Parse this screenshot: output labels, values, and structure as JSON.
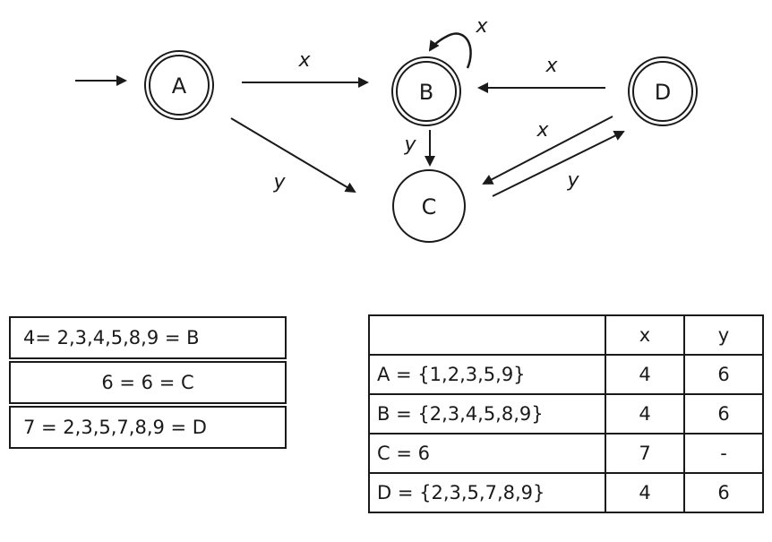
{
  "diagram": {
    "states": [
      {
        "id": "A",
        "label": "A",
        "accepting": true,
        "start": true
      },
      {
        "id": "B",
        "label": "B",
        "accepting": true,
        "start": false
      },
      {
        "id": "C",
        "label": "C",
        "accepting": false,
        "start": false
      },
      {
        "id": "D",
        "label": "D",
        "accepting": true,
        "start": false
      }
    ],
    "transitions": [
      {
        "from": "A",
        "to": "B",
        "label": "x"
      },
      {
        "from": "A",
        "to": "C",
        "label": "y"
      },
      {
        "from": "B",
        "to": "B",
        "label": "x"
      },
      {
        "from": "B",
        "to": "C",
        "label": "y"
      },
      {
        "from": "D",
        "to": "B",
        "label": "x"
      },
      {
        "from": "D",
        "to": "C",
        "label": "x"
      },
      {
        "from": "C",
        "to": "D",
        "label": "y"
      }
    ]
  },
  "mapping": [
    "4= 2,3,4,5,8,9 = B",
    "6 = 6 = C",
    "7 = 2,3,5,7,8,9 = D"
  ],
  "table": {
    "headers": [
      "",
      "x",
      "y"
    ],
    "rows": [
      [
        "A = {1,2,3,5,9}",
        "4",
        "6"
      ],
      [
        "B = {2,3,4,5,8,9}",
        "4",
        "6"
      ],
      [
        "C = 6",
        "7",
        "-"
      ],
      [
        "D = {2,3,5,7,8,9}",
        "4",
        "6"
      ]
    ]
  }
}
